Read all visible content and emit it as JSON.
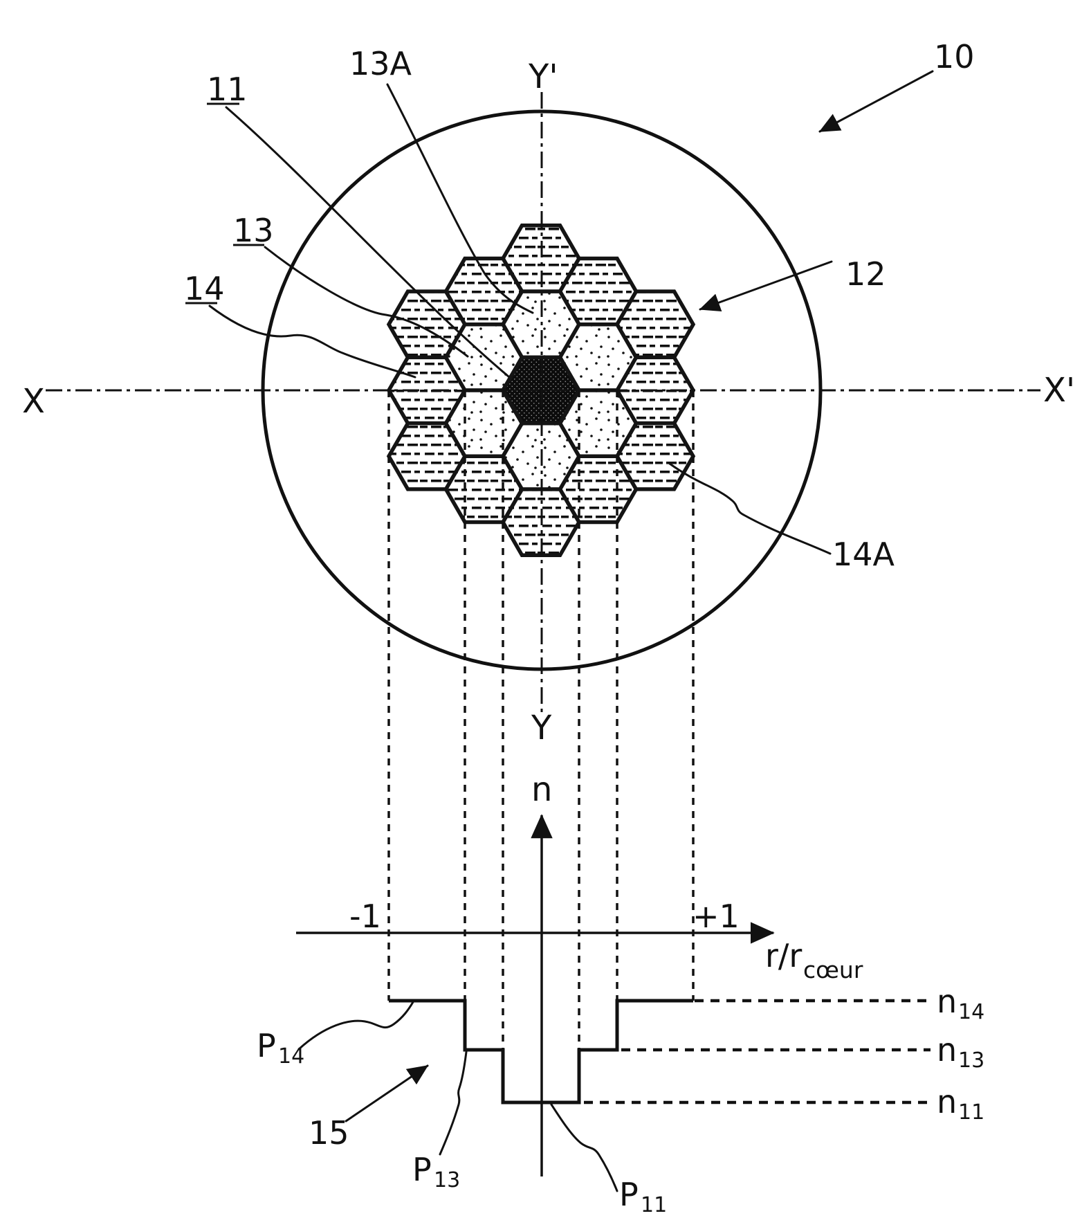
{
  "figure_title": "Optical fiber cross-section with hexagonal core assembly and refractive index profile",
  "reference_labels": {
    "r10": "10",
    "r11": "11",
    "r12": "12",
    "r13": "13",
    "r13a": "13A",
    "r14": "14",
    "r14a": "14A",
    "r15": "15"
  },
  "axes": {
    "x_left": "X",
    "x_right": "X'",
    "y_top": "Y'",
    "y_bottom": "Y",
    "n_axis": "n",
    "r_axis_base": "r/r",
    "r_axis_sub": "cœur",
    "tick_minus": "-1",
    "tick_plus": "+1"
  },
  "index_labels": {
    "n14_base": "n",
    "n14_sub": "14",
    "n13_base": "n",
    "n13_sub": "13",
    "n11_base": "n",
    "n11_sub": "11"
  },
  "region_labels": {
    "p14_base": "P",
    "p14_sub": "14",
    "p13_base": "P",
    "p13_sub": "13",
    "p11_base": "P",
    "p11_sub": "11"
  },
  "cross_section": {
    "fiber_ref": "10",
    "cladding_ref": "12",
    "center_element_ref": "11",
    "inner_ring_ref": "13",
    "inner_ring_top_ref": "13A",
    "outer_ring_ref": "14",
    "outer_ring_side_ref": "14A",
    "inner_ring_count": 6,
    "outer_ring_count": 12,
    "center_fill": "dense-black-stipple",
    "inner_fill": "sparse-dots",
    "outer_fill": "horizontal-dashes"
  },
  "chart_data": {
    "type": "line",
    "title": "Step refractive index profile of the hexagonal core assembly",
    "xlabel": "r/r_cœur",
    "ylabel": "n",
    "x_range": [
      -1,
      1
    ],
    "x_ticks": [
      "-1",
      "+1"
    ],
    "steps": [
      {
        "from": -1.0,
        "to": -0.5,
        "level": "n14",
        "region": "P14"
      },
      {
        "from": -0.5,
        "to": -0.25,
        "level": "n13",
        "region": "P13"
      },
      {
        "from": -0.25,
        "to": 0.25,
        "level": "n11",
        "region": "P11"
      },
      {
        "from": 0.25,
        "to": 0.5,
        "level": "n13",
        "region": "P13"
      },
      {
        "from": 0.5,
        "to": 1.0,
        "level": "n14",
        "region": "P14"
      }
    ],
    "level_order_high_to_low": [
      "n14",
      "n13",
      "n11"
    ],
    "grid": false,
    "legend": false
  },
  "colors": {
    "ink": "#111111",
    "background": "#ffffff"
  }
}
